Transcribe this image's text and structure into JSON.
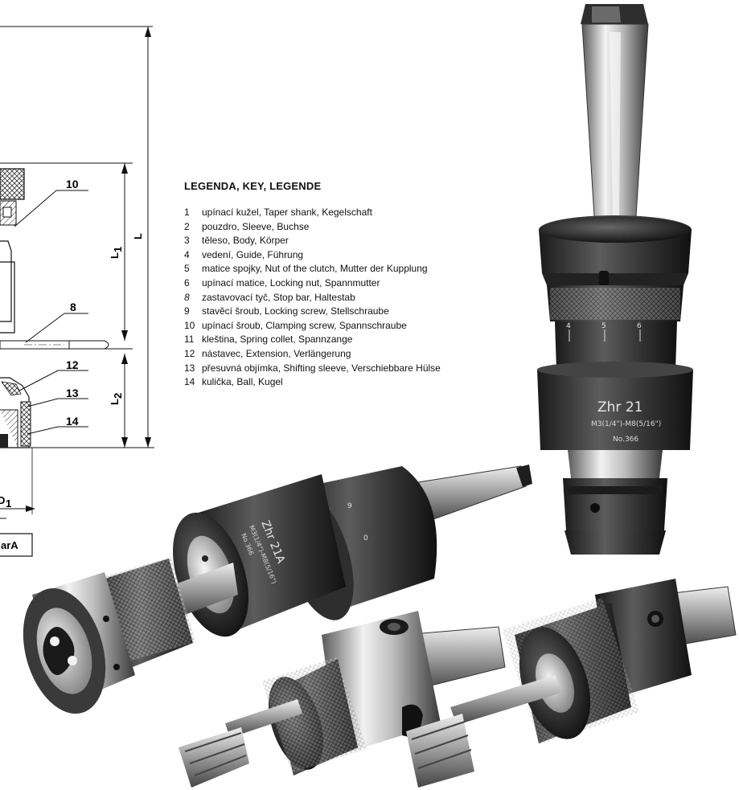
{
  "legend": {
    "title": "LEGENDA, KEY, LEGENDE",
    "items": [
      {
        "num": "1",
        "text": "upínací kužel, Taper shank, Kegelschaft"
      },
      {
        "num": "2",
        "text": "pouzdro, Sleeve, Buchse"
      },
      {
        "num": "3",
        "text": "těleso, Body, Körper"
      },
      {
        "num": "4",
        "text": "vedení, Guide, Führung"
      },
      {
        "num": "5",
        "text": "matice spojky, Nut of the clutch, Mutter der Kupplung"
      },
      {
        "num": "6",
        "text": "upínací matice, Locking nut, Spannmutter"
      },
      {
        "num": "8",
        "text": "zastavovací tyč, Stop bar, Haltestab"
      },
      {
        "num": "9",
        "text": "stavěcí šroub, Locking screw, Stellschraube"
      },
      {
        "num": "10",
        "text": "upínací šroub, Clamping screw, Spannschraube"
      },
      {
        "num": "11",
        "text": "kleština, Spring collet, Spannzange"
      },
      {
        "num": "12",
        "text": "nástavec, Extension, Verlängerung"
      },
      {
        "num": "13",
        "text": "přesuvná objímka, Shifting sleeve, Verschiebbare Hülse"
      },
      {
        "num": "14",
        "text": "kulička, Ball, Kugel"
      }
    ]
  },
  "drawing": {
    "callouts": [
      "10",
      "8",
      "12",
      "13",
      "14"
    ],
    "dim_L": "L",
    "dim_L1": "L",
    "dim_L1_sub": "1",
    "dim_L2": "L",
    "dim_L2_sub": "2",
    "dim_D1": "D",
    "dim_D1_sub": "1",
    "box_label": "arA"
  },
  "photo": {
    "tool_upright_model": "Zhr 21",
    "tool_upright_range": "M3(1/4\")-M8(5/16\")",
    "tool_upright_no": "No.366",
    "tool_upright_scale": [
      "4",
      "5",
      "6"
    ],
    "tool_front_model": "Zhr 21A",
    "tool_front_range": "M3(1/4\")-M8(5/16\")",
    "tool_front_no": "No.366",
    "tool_front_scale": [
      "9",
      "0"
    ]
  },
  "colors": {
    "ink": "#111111",
    "steel_dark": "#2a2a2a",
    "steel_light": "#c9c9c9"
  }
}
